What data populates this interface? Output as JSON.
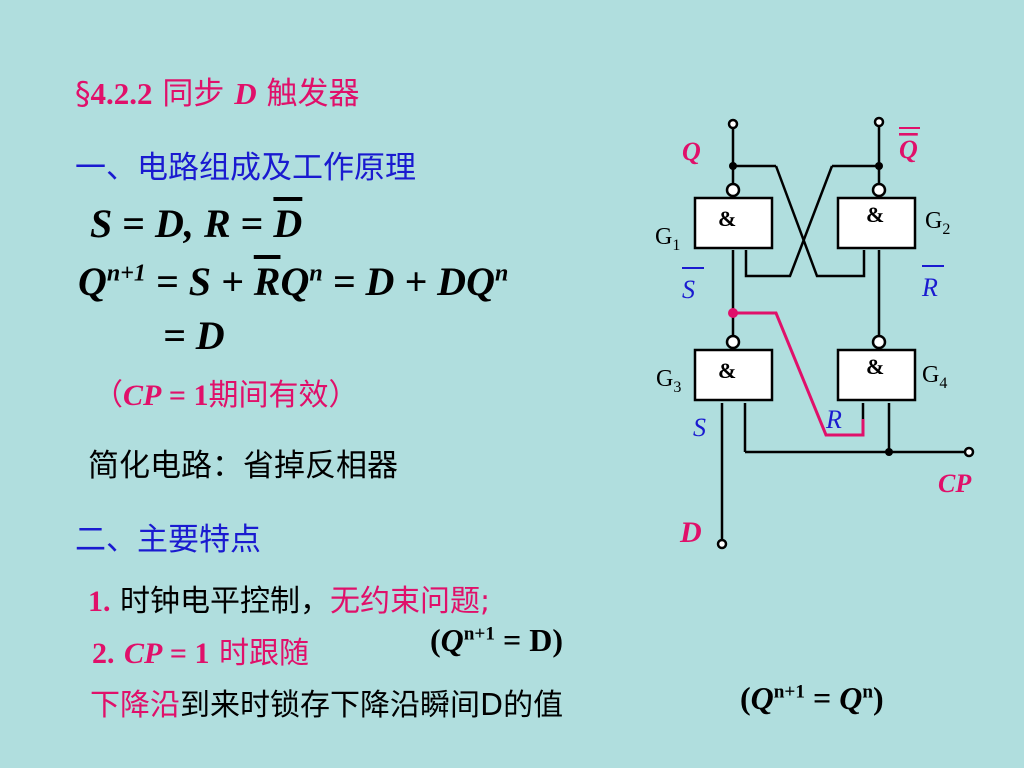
{
  "section_title": {
    "symbol": "§",
    "number": "4.2.2",
    "text_a": "同步",
    "var": "D",
    "text_b": "触发器"
  },
  "heading1": "一、电路组成及工作原理",
  "eq1": {
    "s": "S",
    "eq": "=",
    "d1": "D,",
    "r": "R",
    "eq2": "=",
    "dbar": "D"
  },
  "eq2": {
    "q": "Q",
    "sup": "n+1",
    "rest1": "= S +",
    "rbar": "R",
    "q2": "Q",
    "sup2": "n",
    "rest2": "= D + DQ",
    "sup3": "n"
  },
  "eq3": "= D",
  "cp_note": {
    "open": "（",
    "cp": "CP",
    "val": " = 1",
    "text": "期间有效）"
  },
  "simplified": "简化电路：省掉反相器",
  "heading2": "二、主要特点",
  "point1": {
    "num": "1.",
    "text": "时钟电平控制，",
    "pink": "无约束问题;"
  },
  "point2": {
    "num": "2.",
    "cp": "CP",
    "val": " = 1",
    "text": "时跟随",
    "formula_open": "(",
    "q": "Q",
    "sup": "n+1",
    "formula_rest": "= D)"
  },
  "point3": {
    "pink": "下降沿",
    "text": "到来时锁存下降沿瞬间D的值",
    "formula_open": "(",
    "q": "Q",
    "sup": "n+1",
    "eq": "=",
    "q2": "Q",
    "sup2": "n",
    "close": ")"
  },
  "circuit": {
    "q_label": "Q",
    "qbar_label": "Q",
    "g1": "G",
    "g1_sub": "1",
    "g2": "G",
    "g2_sub": "2",
    "g3": "G",
    "g3_sub": "3",
    "g4": "G",
    "g4_sub": "4",
    "and": "&",
    "sbar": "S",
    "rbar": "R",
    "s": "S",
    "r": "R",
    "cp": "CP",
    "d": "D"
  }
}
